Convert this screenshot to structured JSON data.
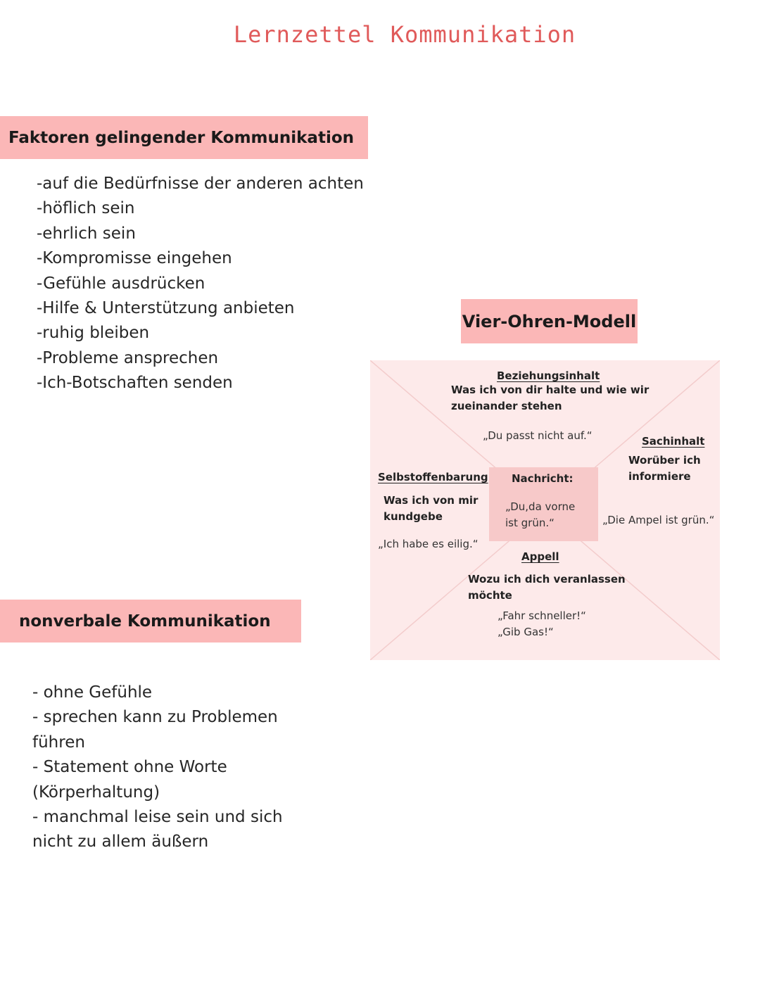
{
  "title": "Lernzettel Kommunikation",
  "faktoren": {
    "heading": "Faktoren gelingender Kommunikation",
    "items": [
      "-auf die Bedürfnisse der anderen achten",
      "-höflich sein",
      "-ehrlich sein",
      "-Kompromisse eingehen",
      "-Gefühle ausdrücken",
      "-Hilfe & Unterstützung anbieten",
      "-ruhig bleiben",
      "-Probleme ansprechen",
      "-Ich-Botschaften senden"
    ]
  },
  "vier_ohren": {
    "heading": "Vier-Ohren-Modell",
    "beziehung": {
      "label": "Beziehungsinhalt",
      "desc_1": "Was ich von dir halte und wie wir",
      "desc_2": "zueinander stehen",
      "quote": "„Du passt nicht auf.“"
    },
    "sachinhalt": {
      "label": "Sachinhalt",
      "desc_1": "Worüber ich",
      "desc_2": "informiere",
      "quote": "„Die Ampel ist grün.“"
    },
    "selbstoffenbarung": {
      "label": "Selbstoffenbarung",
      "desc_1": "Was ich von mir",
      "desc_2": "kundgebe",
      "quote": "„Ich habe es eilig.“"
    },
    "nachricht": {
      "label": "Nachricht:",
      "text_1": "„Du,da vorne",
      "text_2": "ist grün.“"
    },
    "appell": {
      "label": "Appell",
      "desc_1": "Wozu ich dich veranlassen",
      "desc_2": "möchte",
      "quote_1": "„Fahr schneller!“",
      "quote_2": "„Gib Gas!“"
    }
  },
  "nonverbal": {
    "heading": "nonverbale Kommunikation",
    "lines": [
      "- ohne Gefühle",
      "- sprechen kann zu Problemen",
      "führen",
      "- Statement ohne Worte",
      "(Körperhaltung)",
      "- manchmal leise sein und sich",
      "nicht zu allem äußern"
    ]
  },
  "colors": {
    "title": "#e05a5a",
    "heading_bg": "#fbb7b7",
    "diagram_bg": "#fdeaea",
    "center_bg": "#f7c9c9"
  }
}
